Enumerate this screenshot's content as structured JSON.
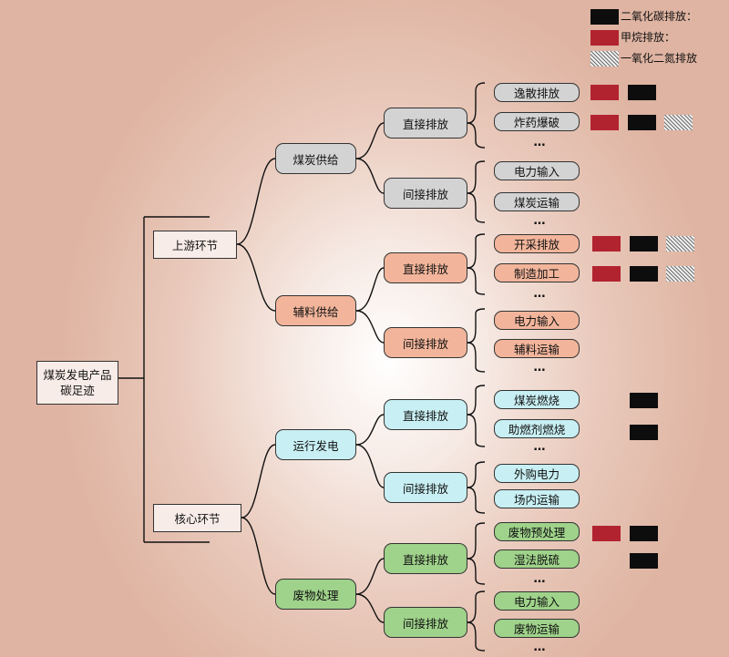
{
  "legend": {
    "co2": "二氧化碳排放：",
    "ch4": "甲烷排放：",
    "n2o": "一氧化二氮排放",
    "colors": {
      "co2": "#0d0d0d",
      "ch4": "#b22330",
      "n2o": "hatched-gray"
    }
  },
  "root": "煤炭发电产品碳足迹",
  "stages": {
    "upstream": "上游环节",
    "core": "核心环节"
  },
  "processes": {
    "coal_supply": "煤炭供给",
    "aux_supply": "辅料供给",
    "operation": "运行发电",
    "waste": "废物处理"
  },
  "emission_types": {
    "direct": "直接排放",
    "indirect": "间接排放"
  },
  "sources": {
    "coal_direct": [
      "逸散排放",
      "炸药爆破"
    ],
    "coal_indirect": [
      "电力输入",
      "煤炭运输"
    ],
    "aux_direct": [
      "开采排放",
      "制造加工"
    ],
    "aux_indirect": [
      "电力输入",
      "辅料运输"
    ],
    "op_direct": [
      "煤炭燃烧",
      "助燃剂燃烧"
    ],
    "op_indirect": [
      "外购电力",
      "场内运输"
    ],
    "waste_direct": [
      "废物预处理",
      "湿法脱硫"
    ],
    "waste_indirect": [
      "电力输入",
      "废物运输"
    ]
  },
  "ellipsis": "…"
}
